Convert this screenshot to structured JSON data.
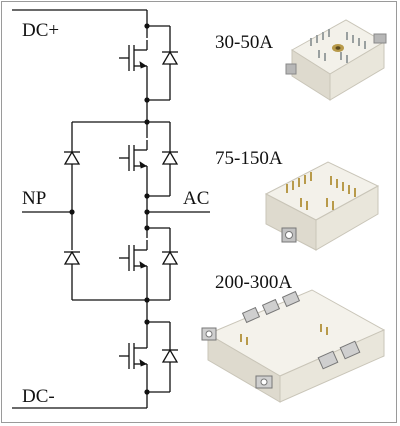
{
  "terminals": {
    "dc_plus": "DC+",
    "np": "NP",
    "ac": "AC",
    "dc_minus": "DC-"
  },
  "modules": [
    {
      "current_rating": "30-50A"
    },
    {
      "current_rating": "75-150A"
    },
    {
      "current_rating": "200-300A"
    }
  ],
  "colors": {
    "wire": "#111111",
    "module_body": "#f1efe6",
    "module_shadow": "#d4d0c4",
    "pin": "#b89a4a",
    "metal": "#b7b7b7",
    "frame": "#9a9a9a"
  }
}
